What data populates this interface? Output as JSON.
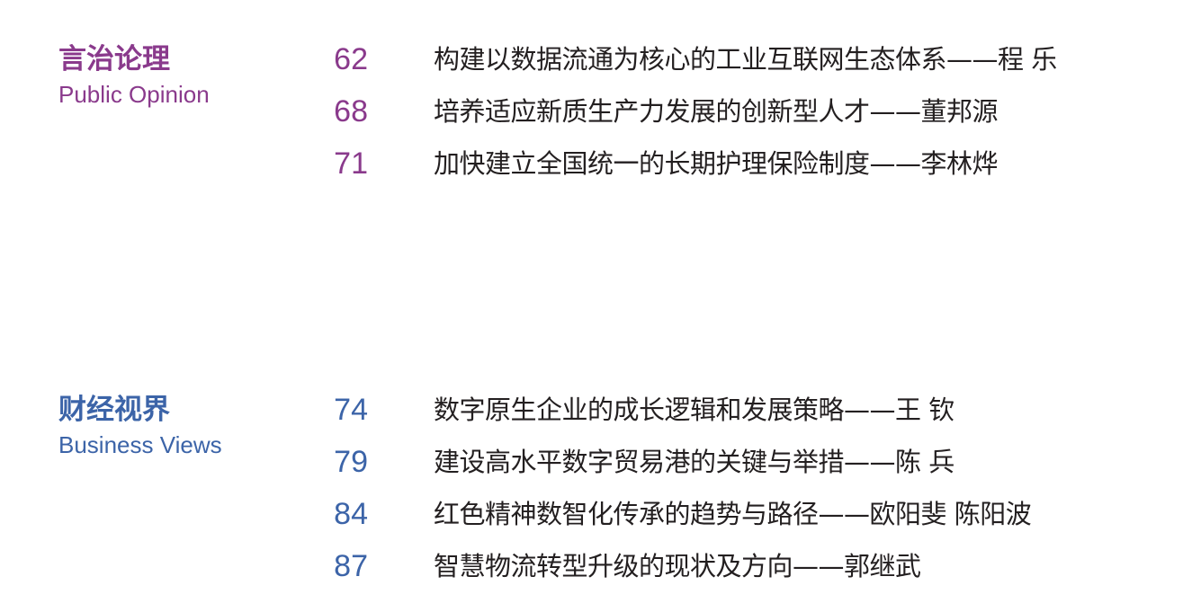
{
  "colors": {
    "public_opinion_accent": "#8a3a8c",
    "business_views_accent": "#3c64a8",
    "body_text": "#231f20"
  },
  "sections": [
    {
      "heading_cn": "言治论理",
      "heading_en": "Public Opinion",
      "entries": [
        {
          "page": "62",
          "title": "构建以数据流通为核心的工业互联网生态体系——程 乐"
        },
        {
          "page": "68",
          "title": "培养适应新质生产力发展的创新型人才——董邦源"
        },
        {
          "page": "71",
          "title": "加快建立全国统一的长期护理保险制度——李林烨"
        }
      ]
    },
    {
      "heading_cn": "财经视界",
      "heading_en": "Business Views",
      "entries": [
        {
          "page": "74",
          "title": "数字原生企业的成长逻辑和发展策略——王 钦"
        },
        {
          "page": "79",
          "title": "建设高水平数字贸易港的关键与举措——陈 兵"
        },
        {
          "page": "84",
          "title": "红色精神数智化传承的趋势与路径——欧阳斐   陈阳波"
        },
        {
          "page": "87",
          "title": "智慧物流转型升级的现状及方向——郭继武"
        }
      ]
    }
  ]
}
